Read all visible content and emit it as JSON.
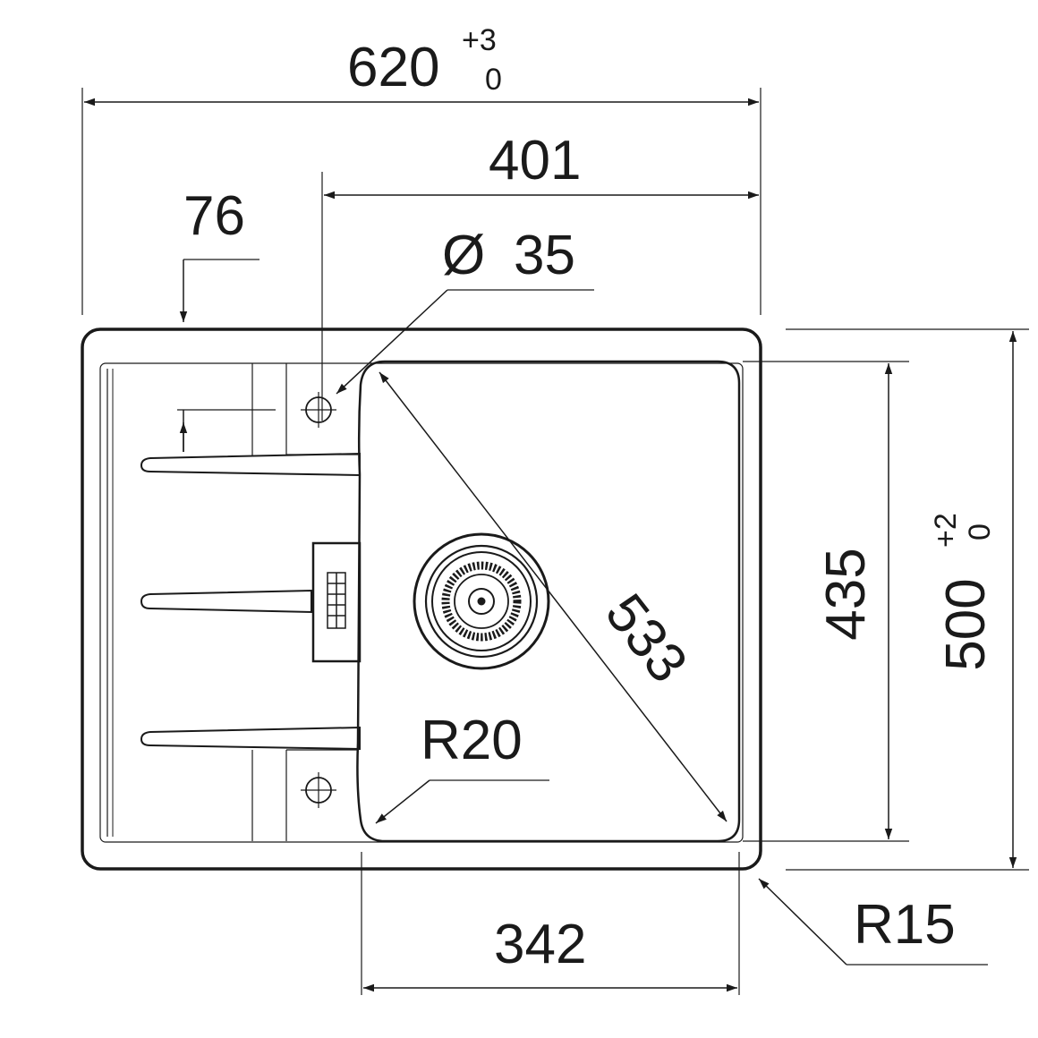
{
  "dimensions": {
    "overall_width": {
      "value": "620",
      "tol_upper": "+3",
      "tol_lower": "0"
    },
    "bowl_offset": {
      "value": "401"
    },
    "tap_hole_offset": {
      "value": "76"
    },
    "tap_hole_diameter": {
      "symbol": "Ø",
      "value": "35"
    },
    "bowl_height": {
      "value": "435"
    },
    "overall_height": {
      "value": "500",
      "tol_upper": "+2",
      "tol_lower": "0"
    },
    "bowl_diagonal": {
      "value": "533"
    },
    "bowl_corner_radius": {
      "value": "R20"
    },
    "bowl_width": {
      "value": "342"
    },
    "outer_corner_radius": {
      "value": "R15"
    }
  },
  "colors": {
    "ink": "#1a1a1a",
    "paper": "#ffffff"
  }
}
